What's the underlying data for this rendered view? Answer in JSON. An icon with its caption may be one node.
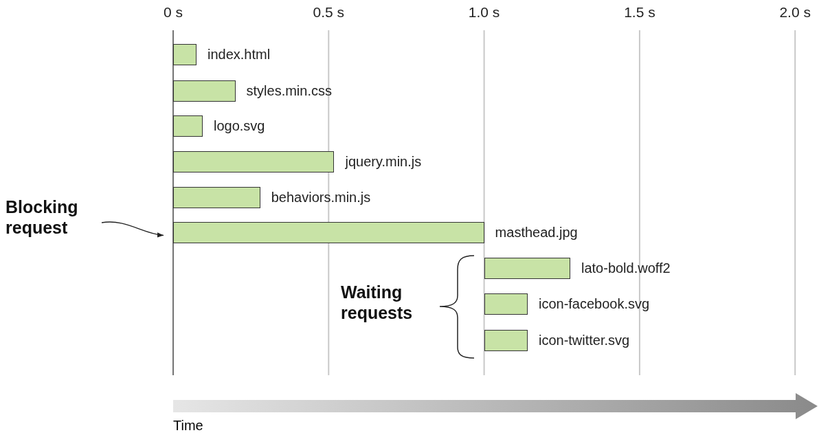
{
  "diagram": {
    "nodes": [
      {
        "text": [],
        "shape": "bar",
        "beside": [
          "index.html"
        ]
      },
      {
        "text": [],
        "shape": "bar",
        "beside": [
          "styles.min.css"
        ]
      },
      {
        "text": [],
        "shape": "bar",
        "beside": [
          "logo.svg"
        ]
      },
      {
        "text": [],
        "shape": "bar",
        "beside": [
          "jquery.min.js"
        ]
      },
      {
        "text": [],
        "shape": "bar",
        "beside": [
          "behaviors.min.js"
        ]
      },
      {
        "text": [],
        "shape": "bar",
        "beside": [
          "masthead.jpg"
        ]
      },
      {
        "text": [],
        "shape": "bar",
        "beside": [
          "lato-bold.woff2"
        ]
      },
      {
        "text": [],
        "shape": "bar",
        "beside": [
          "icon-facebook.svg"
        ]
      },
      {
        "text": [],
        "shape": "bar",
        "beside": [
          "icon-twitter.svg"
        ]
      },
      {
        "text": [
          "Blocking request"
        ]
      }
    ],
    "edges": [
      {
        "from": 9,
        "to": 5,
        "arrow": "to"
      }
    ],
    "labels": [
      "0 s",
      "0.5 s",
      "1.0 s",
      "1.5 s",
      "2.0 s",
      "Waiting requests",
      "Time"
    ]
  }
}
